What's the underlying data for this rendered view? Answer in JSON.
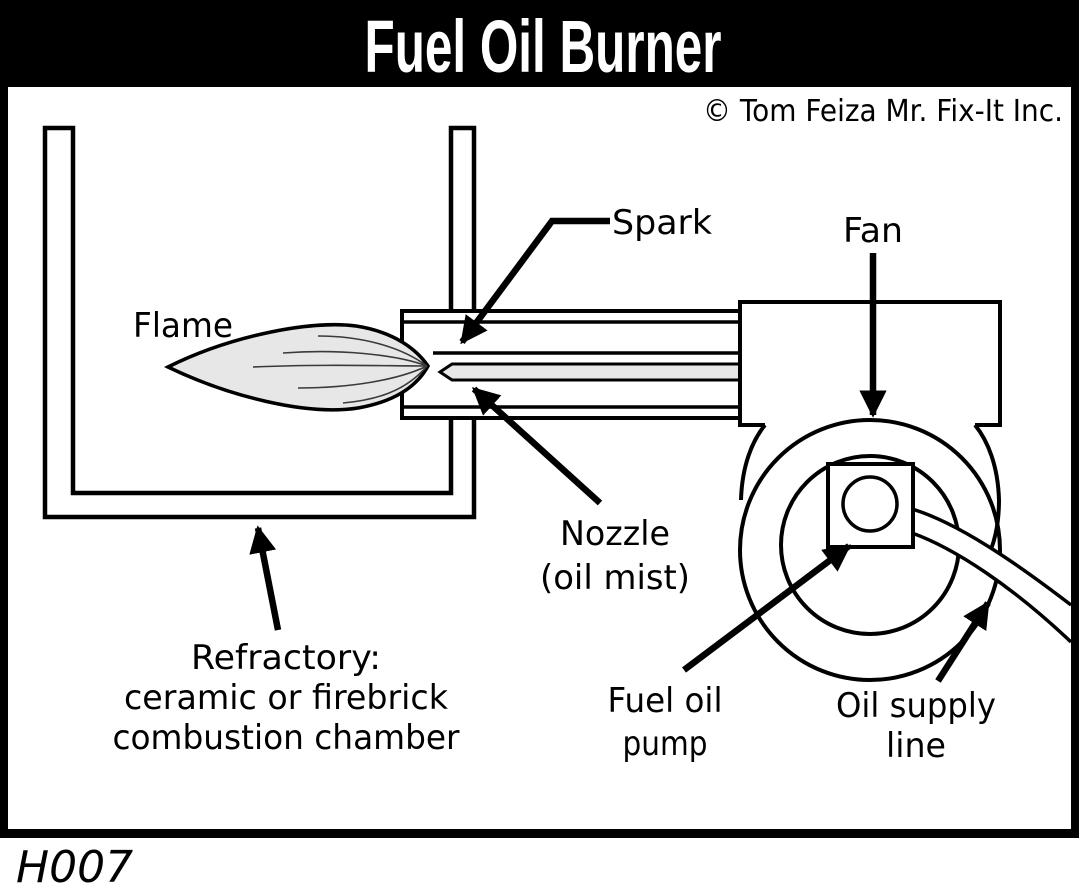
{
  "title": "Fuel Oil Burner",
  "copyright": "© Tom Feiza Mr. Fix-It Inc.",
  "figure_id": "H007",
  "labels": {
    "flame": "Flame",
    "spark": "Spark",
    "fan": "Fan",
    "nozzle": {
      "line1": "Nozzle",
      "line2": "(oil mist)"
    },
    "refractory": {
      "line1": "Refractory:",
      "line2": "ceramic or firebrick",
      "line3": "combustion chamber"
    },
    "fuel_oil_pump": {
      "line1": "Fuel oil",
      "line2": "pump"
    },
    "oil_supply": {
      "line1": "Oil supply",
      "line2": "line"
    }
  },
  "colors": {
    "ink": "#000000",
    "background": "#ffffff",
    "flame_fill": "#e7e7e7",
    "title_background": "#000000",
    "title_text": "#ffffff"
  }
}
